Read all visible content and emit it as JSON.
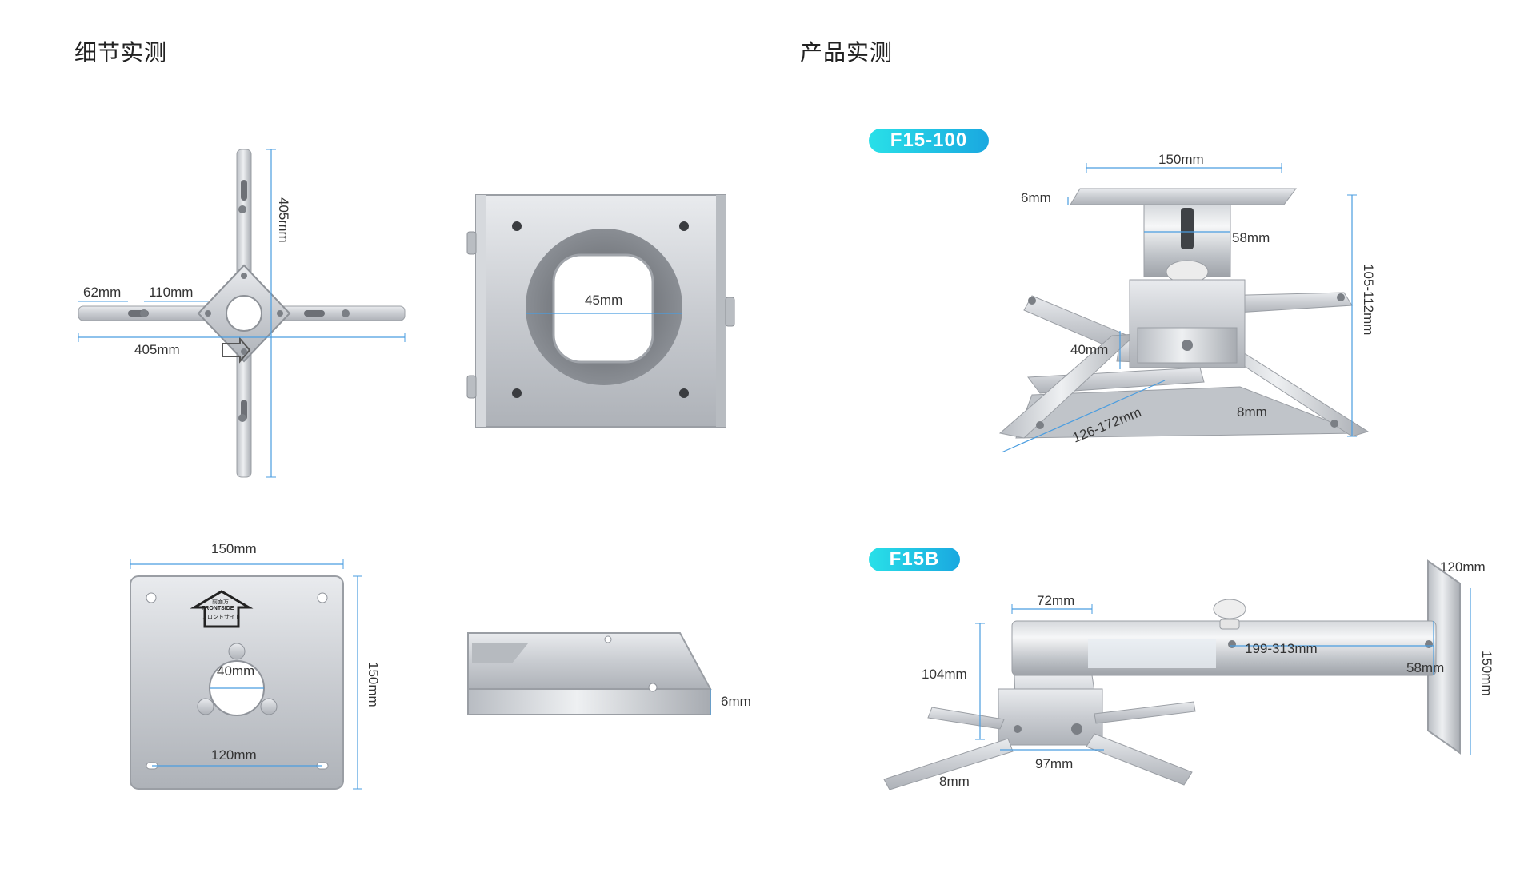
{
  "sections": {
    "details_title": "细节实测",
    "product_title": "产品实测"
  },
  "badges": {
    "model_1": "F15-100",
    "model_2": "F15B"
  },
  "cross_bracket": {
    "height": "405mm",
    "arm_width": "62mm",
    "center_width": "110mm",
    "total_width": "405mm"
  },
  "clamp_block": {
    "opening": "45mm"
  },
  "ceiling_plate": {
    "width": "150mm",
    "height": "150mm",
    "hole": "40mm",
    "hole_spacing": "120mm",
    "label_cn": "前面方",
    "label_en": "FRONTSIDE",
    "label_jp": "フロントサイド"
  },
  "plate_side": {
    "thickness": "6mm"
  },
  "f15_100": {
    "plate_width": "150mm",
    "plate_thickness": "6mm",
    "tube_diameter": "58mm",
    "height": "105-112mm",
    "block_height": "40mm",
    "arm_range": "126-172mm",
    "arm_slot": "8mm"
  },
  "f15b": {
    "wall_plate_width": "120mm",
    "wall_plate_height": "150mm",
    "clamp_width": "72mm",
    "extension": "199-313mm",
    "tube_diameter": "58mm",
    "drop_height": "104mm",
    "base_width": "97mm",
    "arm_slot": "8mm"
  }
}
